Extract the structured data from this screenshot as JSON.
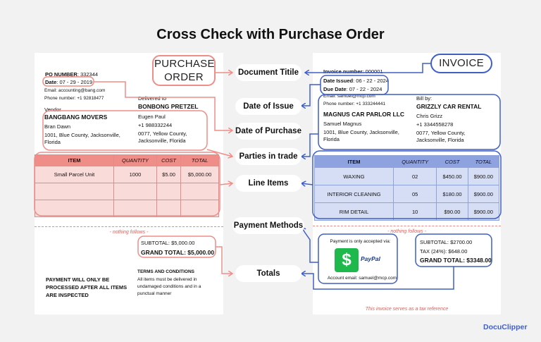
{
  "title": "Cross Check with Purchase Order",
  "labels": {
    "purchase_order": "PURCHASE ORDER",
    "invoice": "INVOICE",
    "document_title": "Document Titile",
    "date_of_issue": "Date of Issue",
    "date_of_purchase": "Date of Purchase",
    "parties": "Parties in trade",
    "line_items": "Line Items",
    "payment_methods": "Payment Methods",
    "totals": "Totals"
  },
  "po": {
    "number_label": "PO NUMBER",
    "number": "332344",
    "date_label": "Date",
    "date": "07 - 29 - 2019",
    "email": "Email: accounting@bang.com",
    "phone": "Phone number: +1 92818477",
    "vendor_label": "Vendor",
    "vendor_name": "BANGBANG MOVERS",
    "vendor_contact": "Bran Dawn",
    "vendor_address": "1001, Blue County, Jacksonville, Florida",
    "delivered_label": "Delivered to",
    "delivered_name": "BONBONG PRETZEL",
    "delivered_contact": "Eugen Paul",
    "delivered_phone": "+1 988332244",
    "delivered_address": "0077, Yellow County, Jacksonville, Florida",
    "table_headers": [
      "ITEM",
      "QUANTITY",
      "COST",
      "TOTAL"
    ],
    "rows": [
      [
        "Small Parcel Unit",
        "1000",
        "$5.00",
        "$5,000.00"
      ],
      [
        "",
        "",
        "",
        ""
      ],
      [
        "",
        "",
        "",
        ""
      ]
    ],
    "nothing_follows": "- nothing follows -",
    "subtotal": "SUBTOTAL: $5,000.00",
    "grand_total": "GRAND TOTAL: $5,000.00",
    "payment_note": "PAYMENT WILL ONLY BE PROCESSED AFTER ALL ITEMS ARE INSPECTED",
    "terms_title": "TERMS AND CONDITIONS",
    "terms_text": "All items must be delivered in undamaged conditions and in a punctual manner"
  },
  "invoice": {
    "number_label": "Invoice number",
    "number": "000001",
    "issued_label": "Date Issued",
    "issued": "06 - 22 - 2024",
    "due_label": "Due Date",
    "due": "07 - 22 - 2024",
    "email": "Email: samuel@mcp.com",
    "phone": "Phone number: +1 333244441",
    "vendor_name": "MAGNUS CAR PARLOR LLC",
    "vendor_contact": "Samuel Magnus",
    "vendor_address": "1001, Blue County, Jacksonville, Florida",
    "bill_label": "Bill by:",
    "bill_name": "GRIZZLY CAR RENTAL",
    "bill_contact": "Chris Grizz",
    "bill_phone": "+1 3344558278",
    "bill_address": "0077, Yellow County, Jacksonville, Florida",
    "table_headers": [
      "ITEM",
      "QUANTITY",
      "COST",
      "TOTAL"
    ],
    "rows": [
      [
        "WAXING",
        "02",
        "$450.00",
        "$900.00"
      ],
      [
        "INTERIOR CLEANING",
        "05",
        "$180.00",
        "$900.00"
      ],
      [
        "RIM DETAIL",
        "10",
        "$90.00",
        "$900.00"
      ]
    ],
    "nothing_follows": "- nothing follows -",
    "payment_accepted": "Payment is only accepted via:",
    "cashapp_symbol": "$",
    "paypal": "PayPal",
    "account_email": "Account email: samuel@mcp.com",
    "subtotal": "SUBTOTAL: $2700.00",
    "tax": "TAX (24%): $648.00",
    "grand_total": "GRAND TOTAL: $3348.00",
    "tax_reference": "This invoice serves as a tax reference"
  },
  "brand": "DocuClipper",
  "colors": {
    "po_accent": "#ef8d88",
    "invoice_accent": "#3f5fc6",
    "background": "#f2f2f2"
  }
}
